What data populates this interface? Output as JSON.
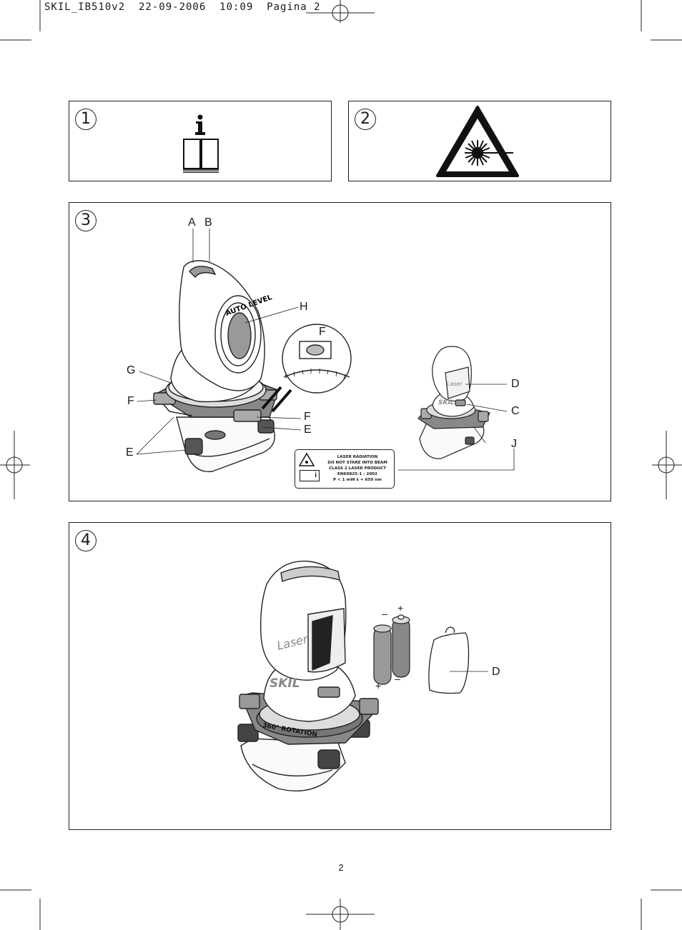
{
  "header": {
    "text": "SKIL_IB510v2  22-09-2006  10:09  Pagina 2"
  },
  "figures": [
    {
      "number": "1"
    },
    {
      "number": "2"
    },
    {
      "number": "3",
      "labels": [
        "A",
        "B",
        "H",
        "F",
        "G",
        "F",
        "F",
        "E",
        "E",
        "D",
        "C",
        "J"
      ]
    },
    {
      "number": "4",
      "labels": [
        "D"
      ],
      "battery_signs": [
        "–",
        "+",
        "+",
        "–"
      ]
    }
  ],
  "laser_label": {
    "line1": "LASER RADIATION",
    "line2": "DO NOT STARE INTO BEAM",
    "line3": "CLASS 2 LASER PRODUCT",
    "line4": "EN60825-1 : 2002",
    "line5": "P < 1 mW   λ = 650 nm"
  },
  "device_text": {
    "auto_level": "AUTO LEVEL",
    "brand": "SKIL",
    "laser_word": "Laser",
    "rotation": "360° ROTATION"
  },
  "page_number": "2"
}
